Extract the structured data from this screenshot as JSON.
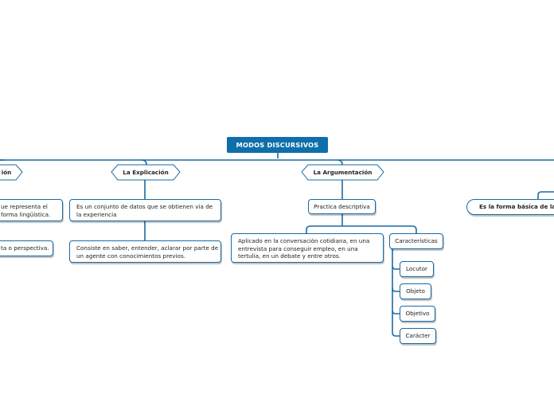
{
  "colors": {
    "line": "#1a6aa3",
    "root_fill": "#0e6faa",
    "node_border": "#1a6aa3"
  },
  "root": {
    "label": "MODOS DISCURSIVOS"
  },
  "branches": [
    {
      "label": "ión"
    },
    {
      "label": "La Explicación"
    },
    {
      "label": "La Argumentación"
    }
  ],
  "left_nodes": [
    {
      "line1": "ue representa el",
      "line2": "forma lingüística."
    },
    {
      "line1": "ta o perspectiva."
    }
  ],
  "explicacion": {
    "node1_line1": "Es un conjunto de datos que se obtienen via  de",
    "node1_line2": "la experiencia",
    "node2_line1": "Consiste en saber, entender, aclarar por parte de",
    "node2_line2": "un agente con conocimientos previos."
  },
  "argumentacion": {
    "practica": "Practica descriptiva",
    "aplicado_line1": "Aplicado en la conversación cotidiana, en una",
    "aplicado_line2": "entrevista para conseguir empleo, en una",
    "aplicado_line3": "tertulia, en un debate y entre otros.",
    "caracteristicas": "Características",
    "items": [
      "Locutor",
      "Objeto",
      "Objetivo",
      "Carácter"
    ]
  },
  "right_node": {
    "label": "Es la forma básica de la"
  }
}
